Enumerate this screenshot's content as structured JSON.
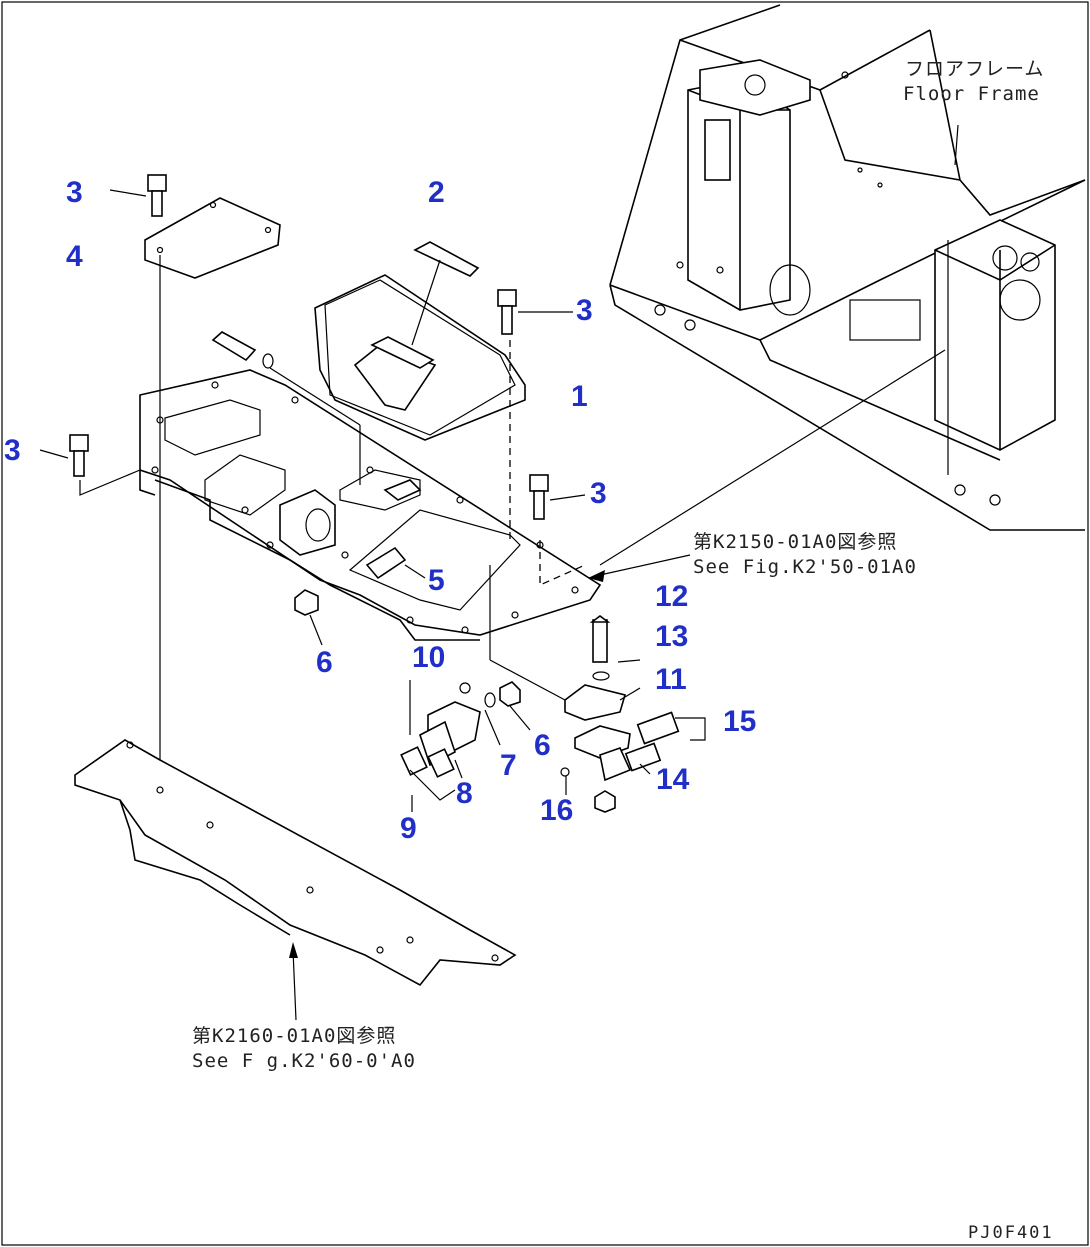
{
  "diagram": {
    "floor_frame_label_jp": "フロアフレーム",
    "floor_frame_label_en": "Floor Frame",
    "ref_top_jp": "第K2150-01A0図参照",
    "ref_top_en": "See Fig.K2'50-01A0",
    "ref_bottom_jp": "第K2160-01A0図参照",
    "ref_bottom_en": "See F g.K2'60-0'A0",
    "drawing_code": "PJ0F401",
    "callouts": [
      {
        "id": "c3a",
        "text": "3"
      },
      {
        "id": "c4",
        "text": "4"
      },
      {
        "id": "c2",
        "text": "2"
      },
      {
        "id": "c3b",
        "text": "3"
      },
      {
        "id": "c1",
        "text": "1"
      },
      {
        "id": "c3c",
        "text": "3"
      },
      {
        "id": "c3d",
        "text": "3"
      },
      {
        "id": "c5",
        "text": "5"
      },
      {
        "id": "c6a",
        "text": "6"
      },
      {
        "id": "c10",
        "text": "10"
      },
      {
        "id": "c12",
        "text": "12"
      },
      {
        "id": "c13",
        "text": "13"
      },
      {
        "id": "c11",
        "text": "11"
      },
      {
        "id": "c15",
        "text": "15"
      },
      {
        "id": "c7",
        "text": "7"
      },
      {
        "id": "c6b",
        "text": "6"
      },
      {
        "id": "c8",
        "text": "8"
      },
      {
        "id": "c14",
        "text": "14"
      },
      {
        "id": "c9",
        "text": "9"
      },
      {
        "id": "c16",
        "text": "16"
      }
    ],
    "colors": {
      "callout": "#1f2fc8",
      "line": "#000000",
      "background": "#ffffff"
    }
  }
}
